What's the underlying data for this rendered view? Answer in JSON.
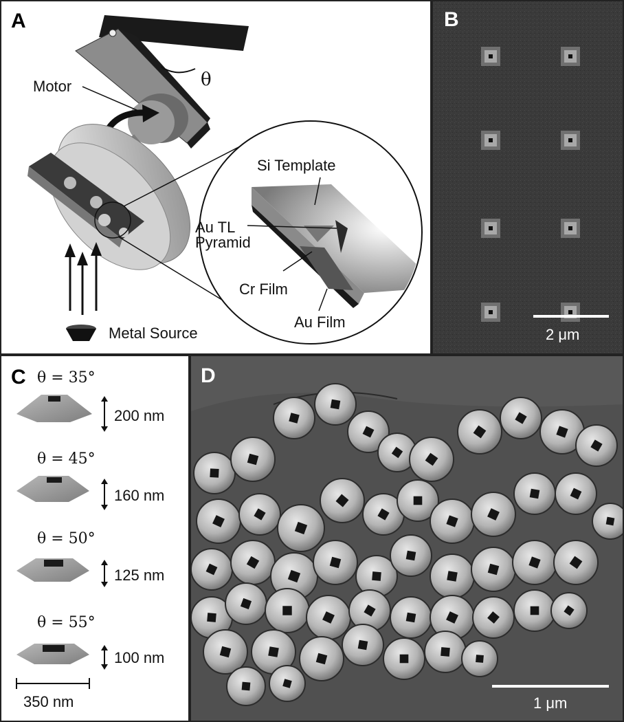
{
  "panelA": {
    "letter": "A",
    "theta": "θ",
    "motor": "Motor",
    "metal_source": "Metal Source",
    "si_template": "Si Template",
    "au_tl": "Au TL",
    "pyramid": "Pyramid",
    "cr_film": "Cr Film",
    "au_film": "Au Film"
  },
  "panelB": {
    "letter": "B",
    "scale": "2 μm"
  },
  "panelC": {
    "letter": "C",
    "rows": [
      {
        "angle": "θ = 35°",
        "height": "200 nm"
      },
      {
        "angle": "θ = 45°",
        "height": "160 nm"
      },
      {
        "angle": "θ = 50°",
        "height": "125 nm"
      },
      {
        "angle": "θ = 55°",
        "height": "100 nm"
      }
    ],
    "width": "350 nm"
  },
  "panelD": {
    "letter": "D",
    "scale": "1 μm"
  }
}
